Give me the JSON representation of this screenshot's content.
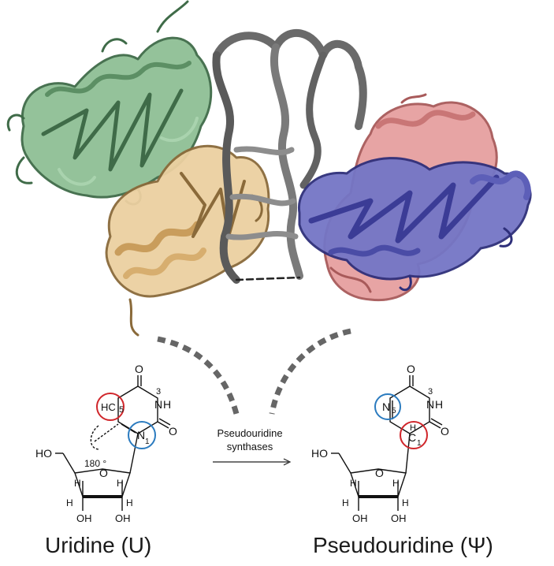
{
  "figure": {
    "structure": {
      "subunit_colors": {
        "green": "#6e9f76",
        "tan": "#e2bf87",
        "gray_rna": "#6a6a6a",
        "pink": "#d98a8a",
        "blue": "#5352ad"
      }
    },
    "reaction": {
      "enzyme_line1": "Pseudouridine",
      "enzyme_line2": "synthases"
    },
    "uridine": {
      "name": "Uridine (U)",
      "atoms": {
        "o_top": "O",
        "n3": "N",
        "n3_num": "3",
        "h_nh": "H",
        "o_right": "O",
        "hc": "HC",
        "c5_num": "5",
        "n1": "N",
        "n1_num": "1",
        "rotation": "180 °",
        "ho": "HO",
        "ring_o": "O",
        "h_a": "H",
        "h_b": "H",
        "h_c": "H",
        "h_d": "H",
        "oh1": "OH",
        "oh2": "OH"
      }
    },
    "pseudouridine": {
      "name": "Pseudouridine (Ψ)",
      "atoms": {
        "o_top": "O",
        "n3": "N",
        "n3_num": "3",
        "h_nh": "H",
        "o_right": "O",
        "n5": "N",
        "n5_num": "5",
        "h_c1": "H",
        "c1": "C",
        "c1_num": "1",
        "ho": "HO",
        "ring_o": "O",
        "h_a": "H",
        "h_b": "H",
        "h_c": "H",
        "h_d": "H",
        "oh1": "OH",
        "oh2": "OH"
      }
    },
    "highlight_colors": {
      "red": "#d0262b",
      "blue": "#2b7bbf"
    }
  }
}
